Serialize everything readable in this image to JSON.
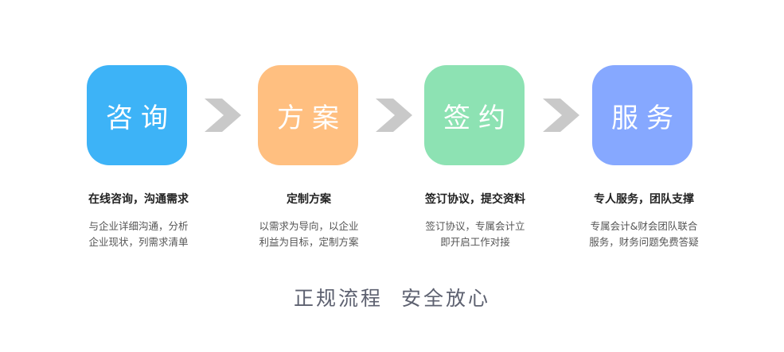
{
  "steps": [
    {
      "box_label": "咨询",
      "color": "#3db3f7",
      "title": "在线咨询，沟通需求",
      "desc": [
        "与企业详细沟通，分析",
        "企业现状，列需求清单"
      ]
    },
    {
      "box_label": "方案",
      "color": "#ffbf80",
      "title": "定制方案",
      "desc": [
        "以需求为导向，以企业",
        "利益为目标，定制方案"
      ]
    },
    {
      "box_label": "签约",
      "color": "#8de2b3",
      "title": "签订协议，提交资料",
      "desc": [
        "签订协议，专属会计立",
        "即开启工作对接"
      ]
    },
    {
      "box_label": "服务",
      "color": "#86a8ff",
      "title": "专人服务，团队支撑",
      "desc": [
        "专属会计&财会团队联合",
        "服务，财务问题免费答疑"
      ]
    }
  ],
  "arrow_color": "#c9c9c9",
  "footer": {
    "part1": "正规流程",
    "part2": "安全放心"
  }
}
